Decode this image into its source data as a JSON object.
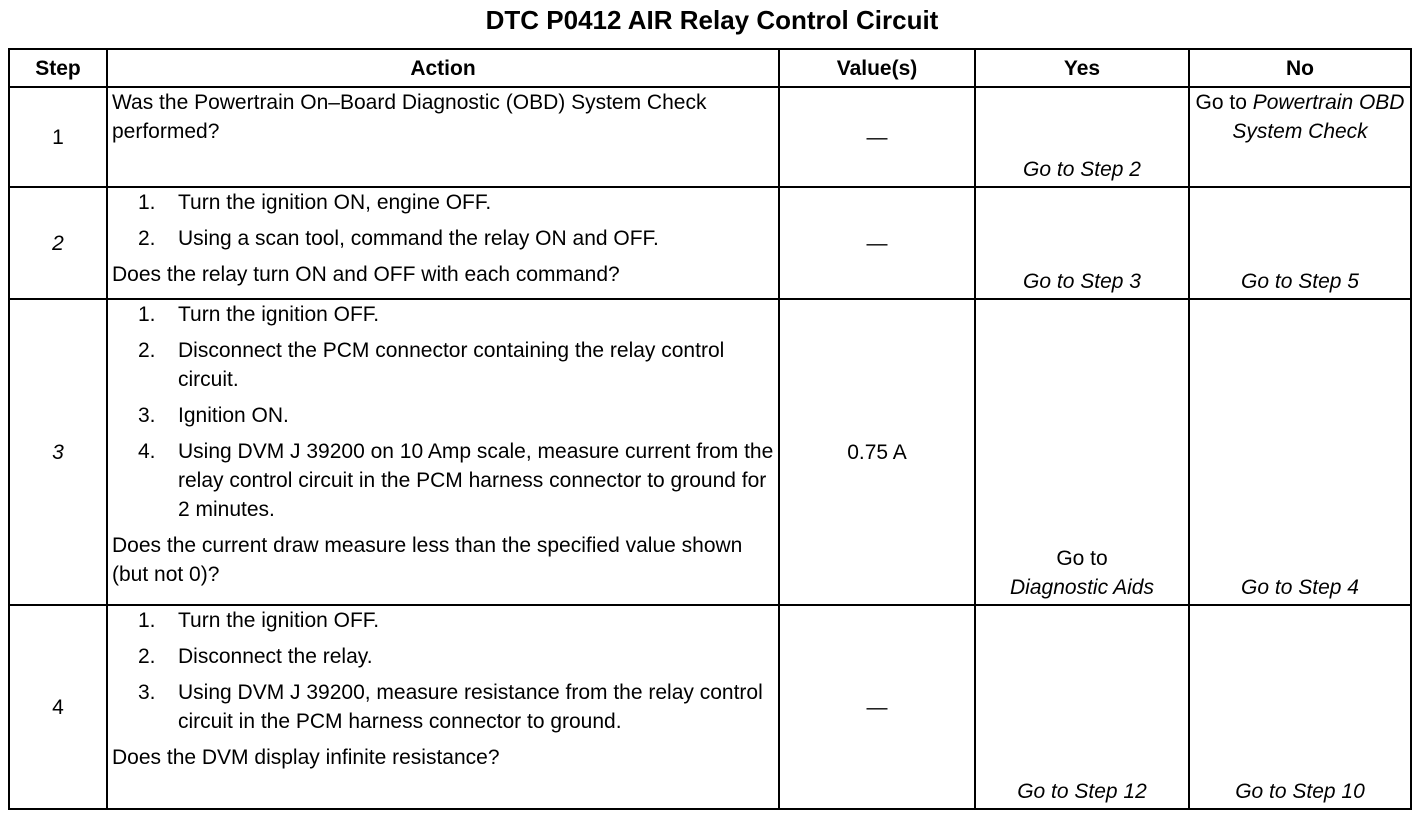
{
  "title": "DTC P0412 AIR Relay Control Circuit",
  "headers": {
    "step": "Step",
    "action": "Action",
    "values": "Value(s)",
    "yes": "Yes",
    "no": "No"
  },
  "rows": [
    {
      "step": "1",
      "action_steps": [],
      "question": "Was the Powertrain On–Board Diagnostic (OBD) System Check performed?",
      "value": "—",
      "yes": "Go to Step 2",
      "no_prefix": "Go to",
      "no": "Powertrain OBD System Check"
    },
    {
      "step": "2",
      "action_steps": [
        {
          "num": "1.",
          "text": "Turn the ignition ON, engine OFF."
        },
        {
          "num": "2.",
          "text": "Using a scan tool, command the relay ON and OFF."
        }
      ],
      "question": "Does the relay turn ON and OFF with each command?",
      "value": "—",
      "yes": "Go to Step 3",
      "no": "Go to Step 5"
    },
    {
      "step": "3",
      "action_steps": [
        {
          "num": "1.",
          "text": "Turn the ignition OFF."
        },
        {
          "num": "2.",
          "text": "Disconnect the PCM connector containing the relay control circuit."
        },
        {
          "num": "3.",
          "text": "Ignition ON."
        },
        {
          "num": "4.",
          "text": "Using DVM J 39200 on 10 Amp scale, measure current from the relay control circuit in the PCM harness connector to ground for 2 minutes."
        }
      ],
      "question": "Does the current draw measure less than the specified value shown (but not 0)?",
      "value": "0.75 A",
      "yes_prefix": "Go to",
      "yes": "Diagnostic Aids",
      "no": "Go to Step 4"
    },
    {
      "step": "4",
      "action_steps": [
        {
          "num": "1.",
          "text": "Turn the ignition OFF."
        },
        {
          "num": "2.",
          "text": "Disconnect the relay."
        },
        {
          "num": "3.",
          "text": "Using DVM J 39200, measure resistance from the relay control circuit in the PCM harness connector to ground."
        }
      ],
      "question": "Does the DVM display infinite resistance?",
      "value": "—",
      "yes": "Go to Step 12",
      "no": "Go to Step 10"
    }
  ]
}
